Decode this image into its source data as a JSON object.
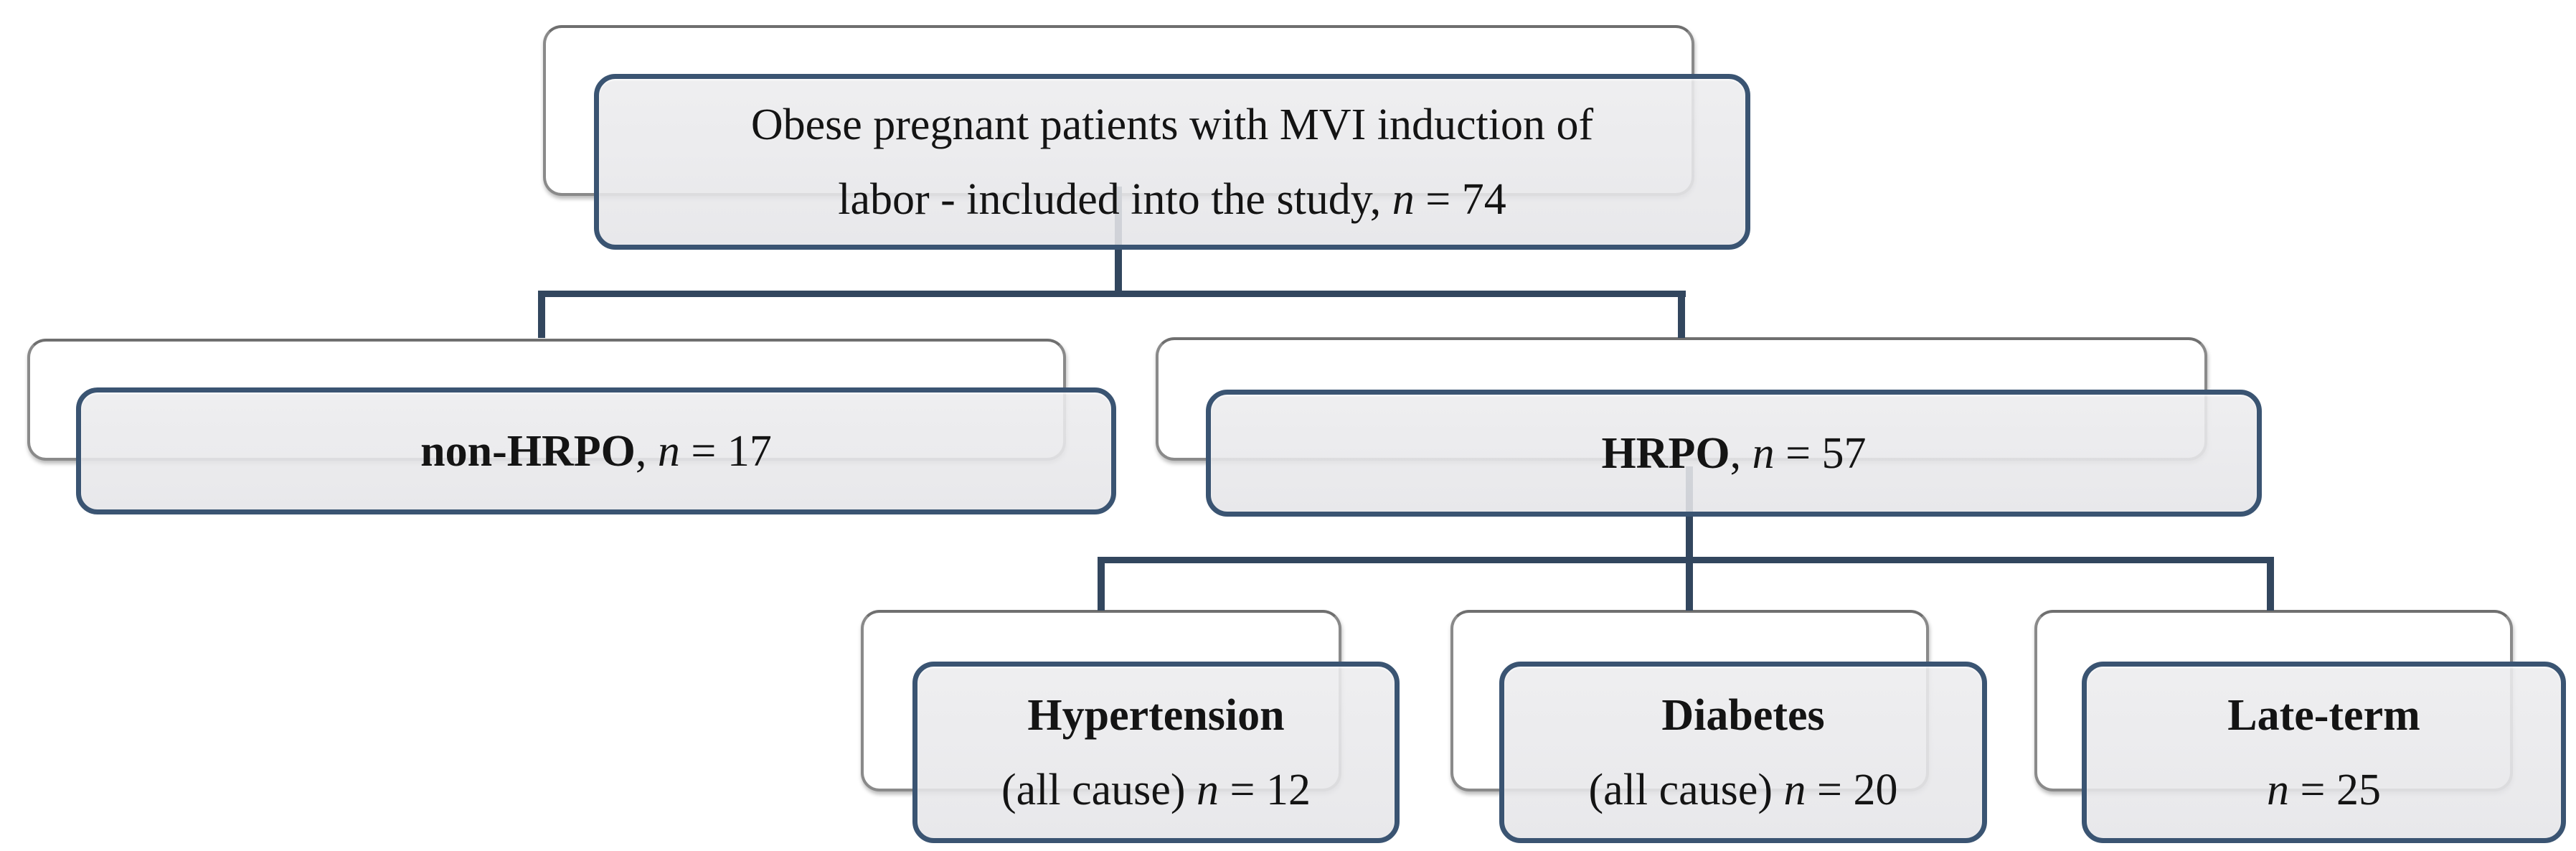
{
  "colors": {
    "box-border": "#3a5472",
    "connector": "#32465e",
    "back-border": "#8a8a8a",
    "box-fill": "#e9e9ea",
    "text": "#141414",
    "page-bg": "#ffffff"
  },
  "nodes": {
    "root": {
      "line1": "Obese pregnant patients with MVI induction of",
      "line2_pre": "labor - included into the study, ",
      "n": "n",
      "line2_post": " = 74"
    },
    "non_hrpo": {
      "bold": "non-HRPO",
      "pre": ", ",
      "n": "n",
      "post": " = 17"
    },
    "hrpo": {
      "bold": "HRPO",
      "pre": ", ",
      "n": "n",
      "post": " = 57"
    },
    "hypertension": {
      "bold": "Hypertension",
      "line2_pre": "(all cause) ",
      "n": "n",
      "line2_post": " = 12"
    },
    "diabetes": {
      "bold": "Diabetes",
      "line2_pre": "(all cause) ",
      "n": "n",
      "line2_post": " = 20"
    },
    "late_term": {
      "bold": "Late-term",
      "line2_pre": "",
      "n": "n",
      "line2_post": " = 25"
    }
  }
}
